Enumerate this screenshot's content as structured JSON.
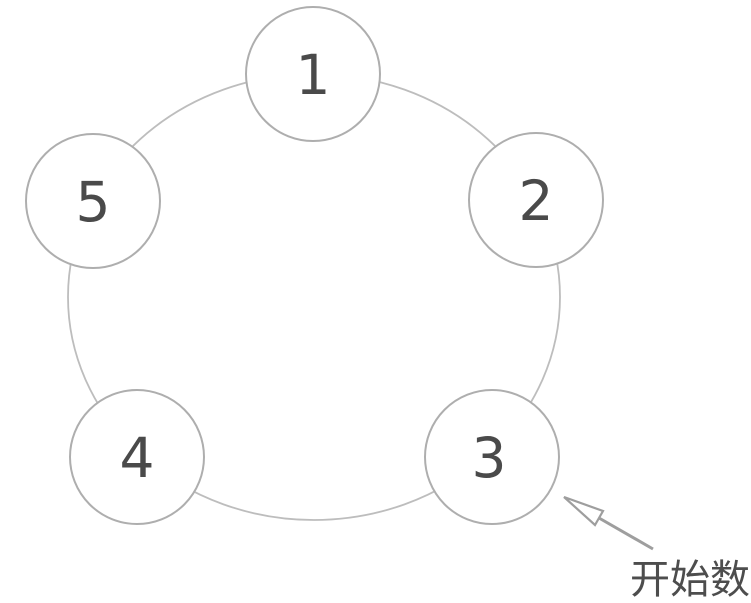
{
  "diagram": {
    "nodes": [
      {
        "label": "1"
      },
      {
        "label": "2"
      },
      {
        "label": "3"
      },
      {
        "label": "4"
      },
      {
        "label": "5"
      }
    ],
    "annotation": {
      "text": "开始数",
      "points_to_node": "3"
    },
    "colors": {
      "background": "#ffffff",
      "ring": "#bdbdbd",
      "node_border": "#aeaeae",
      "node_fill": "#ffffff",
      "number": "#4a4a4a",
      "arrow": "#9e9e9e",
      "annotation_text": "#4d4d4d"
    }
  }
}
